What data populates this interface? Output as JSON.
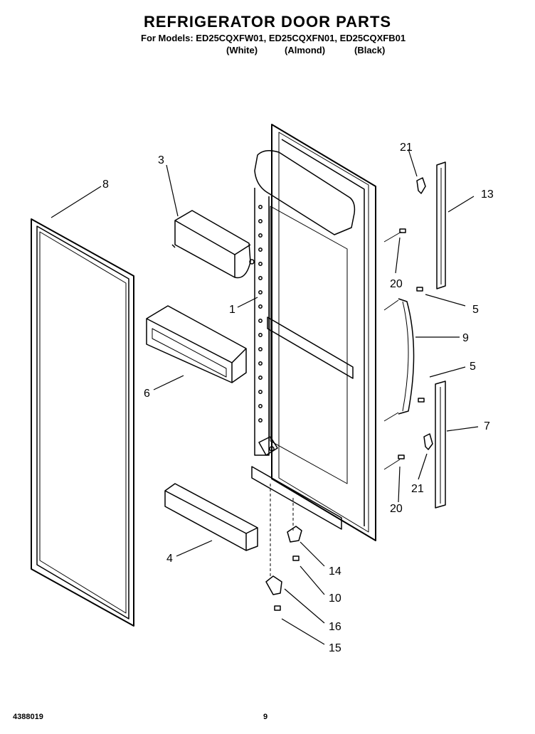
{
  "header": {
    "title": "REFRIGERATOR DOOR PARTS",
    "models_line": "For Models: ED25CQXFW01, ED25CQXFN01, ED25CQXFB01",
    "colors": [
      "(White)",
      "(Almond)",
      "(Black)"
    ]
  },
  "callouts": [
    "1",
    "3",
    "4",
    "5",
    "5",
    "6",
    "7",
    "8",
    "9",
    "10",
    "13",
    "14",
    "15",
    "16",
    "20",
    "20",
    "21",
    "21"
  ],
  "footer": {
    "doc_number": "4388019",
    "page_number": "9"
  }
}
